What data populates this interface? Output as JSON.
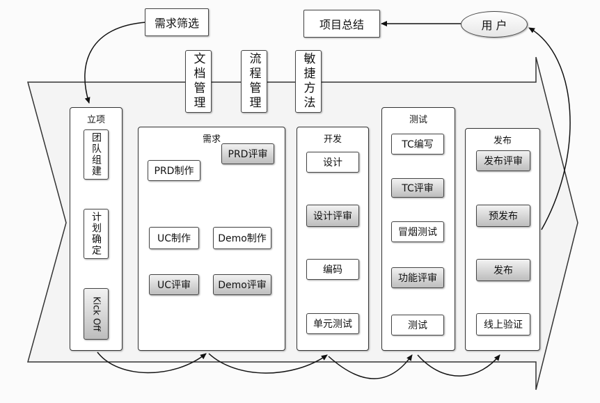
{
  "top": {
    "requirement_screening": "需求筛选",
    "project_summary": "项目总结",
    "user": "用 户"
  },
  "practices": [
    {
      "label": "文档管理"
    },
    {
      "label": "流程管理"
    },
    {
      "label": "敏捷方法"
    }
  ],
  "stages": {
    "initiation": {
      "title": "立项",
      "team": "团队组建",
      "plan": "计划确定",
      "kickoff": "Kick Off"
    },
    "requirements": {
      "title": "需求",
      "prd_make": "PRD制作",
      "prd_review": "PRD评审",
      "uc_make": "UC制作",
      "demo_make": "Demo制作",
      "uc_review": "UC评审",
      "demo_review": "Demo评审"
    },
    "development": {
      "title": "开发",
      "design": "设计",
      "design_review": "设计评审",
      "coding": "编码",
      "unit_test": "单元测试"
    },
    "testing": {
      "title": "测试",
      "tc_write": "TC编写",
      "tc_review": "TC评审",
      "smoke_test": "冒烟测试",
      "func_review": "功能评审",
      "test": "测试"
    },
    "release": {
      "title": "发布",
      "release_review": "发布评审",
      "pre_release": "预发布",
      "release": "发布",
      "online_verify": "线上验证"
    }
  }
}
